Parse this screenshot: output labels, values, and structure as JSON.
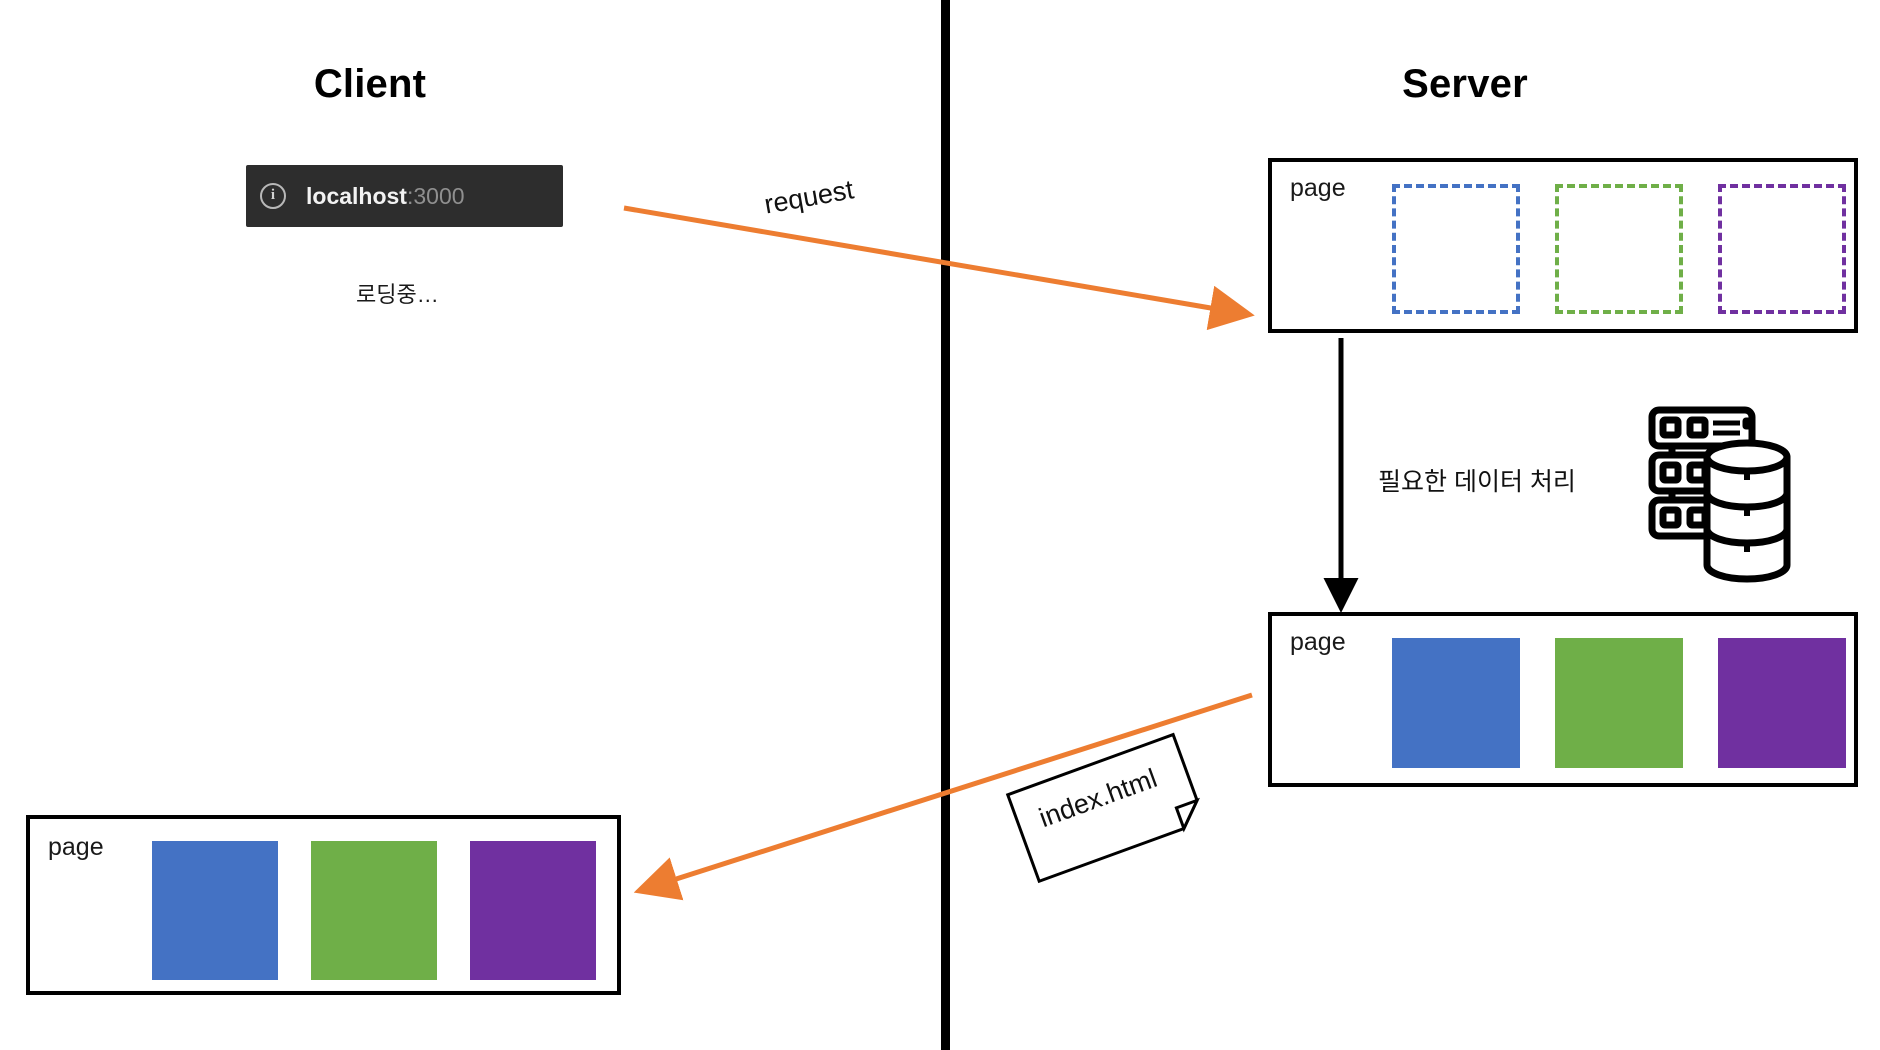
{
  "diagram": {
    "title_client": "Client",
    "title_server": "Server",
    "divider": {
      "color": "#000000"
    }
  },
  "colors": {
    "blue": "#4472C4",
    "green": "#6FAF48",
    "purple": "#7030A0",
    "arrow": "#ED7D31",
    "outline": "#000000",
    "urlbar_bg": "#2d2d2d"
  },
  "client": {
    "heading": "Client",
    "browser": {
      "info_icon": "info-icon",
      "url_host": "localhost",
      "url_port": ":3000"
    },
    "loading_label": "로딩중…",
    "rendered_page": {
      "label": "page",
      "blocks": [
        {
          "name": "blue-block",
          "color": "#4472C4",
          "filled": true
        },
        {
          "name": "green-block",
          "color": "#6FAF48",
          "filled": true
        },
        {
          "name": "purple-block",
          "color": "#7030A0",
          "filled": true
        }
      ]
    }
  },
  "server": {
    "heading": "Server",
    "template_page": {
      "label": "page",
      "blocks": [
        {
          "name": "blue-block",
          "color": "#4472C4",
          "filled": false
        },
        {
          "name": "green-block",
          "color": "#6FAF48",
          "filled": false
        },
        {
          "name": "purple-block",
          "color": "#7030A0",
          "filled": false
        }
      ]
    },
    "process_label": "필요한 데이터 처리",
    "infra_icon": "server-database-icon",
    "rendered_page": {
      "label": "page",
      "blocks": [
        {
          "name": "blue-block",
          "color": "#4472C4",
          "filled": true
        },
        {
          "name": "green-block",
          "color": "#6FAF48",
          "filled": true
        },
        {
          "name": "purple-block",
          "color": "#7030A0",
          "filled": true
        }
      ]
    }
  },
  "flows": {
    "request_label": "request",
    "response_label": "index.html",
    "process_arrow": "down-arrow"
  }
}
